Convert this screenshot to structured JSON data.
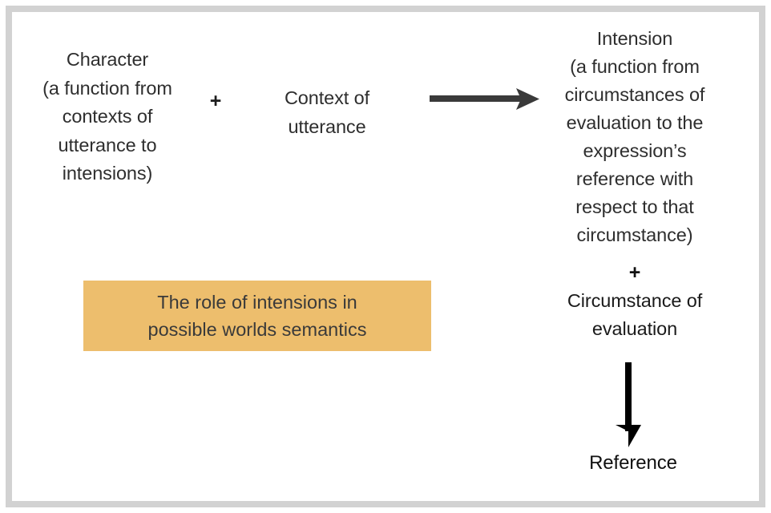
{
  "figure": {
    "type": "concept-flow-diagram",
    "border_color": "#d2d2d2",
    "background_color": "#ffffff",
    "text_color": "#2e2e2e",
    "highlight_color": "#edbe6d"
  },
  "nodes": {
    "character": {
      "label": "Character\n(a function from\ncontexts of\nutterance to\nintensions)"
    },
    "plus_left": {
      "label": "+"
    },
    "context": {
      "label": "Context of\nutterance"
    },
    "intension": {
      "label": "Intension\n(a function from\ncircumstances of\nevaluation to the\nexpression’s\nreference with\nrespect to that\ncircumstance)"
    },
    "plus_right": {
      "label": "+"
    },
    "circumstance": {
      "label": "Circumstance of\nevaluation"
    },
    "reference": {
      "label": "Reference"
    }
  },
  "callout": {
    "label": "The role of intensions in\npossible worlds semantics",
    "fill": "#edbe6d"
  },
  "arrows": {
    "right_arrow": {
      "icon": "arrow-right-icon",
      "color": "#3a3a3a",
      "from": "character + context of utterance",
      "to": "intension"
    },
    "down_arrow": {
      "icon": "arrow-down-icon",
      "color": "#000000",
      "from": "intension + circumstance of evaluation",
      "to": "reference"
    }
  }
}
